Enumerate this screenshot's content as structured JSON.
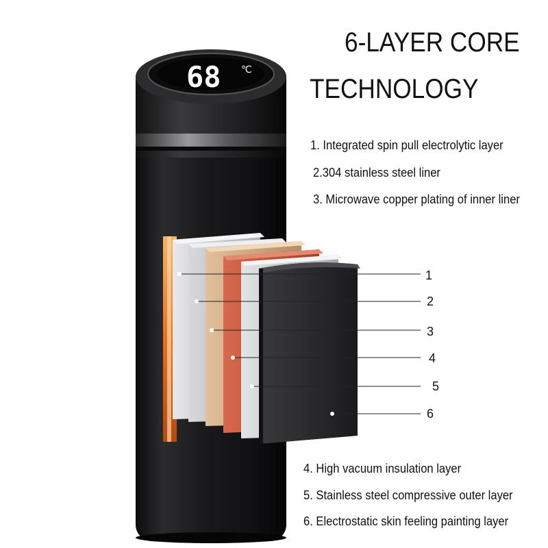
{
  "title": {
    "line1": "6-LAYER CORE",
    "line2": "TECHNOLOGY"
  },
  "display": {
    "temperature": "68",
    "unit": "℃"
  },
  "features": [
    "1. Integrated spin pull electrolytic layer",
    "2.304 stainless steel liner",
    "3. Microwave copper plating of inner liner",
    "4. High vacuum insulation layer",
    "5. Stainless steel compressive outer layer",
    "6. Electrostatic skin feeling painting layer"
  ],
  "layer_numbers": [
    "1",
    "2",
    "3",
    "4",
    "5",
    "6"
  ],
  "colors": {
    "bottle_body": "#1c1c1e",
    "layer_1": "#cfd0d2",
    "layer_2": "#b9babd",
    "layer_3": "#c9a37e",
    "layer_4": "#c0503a",
    "layer_5": "#c6c8cb",
    "layer_6": "#2a2a2c",
    "glow": "#e8701f"
  }
}
